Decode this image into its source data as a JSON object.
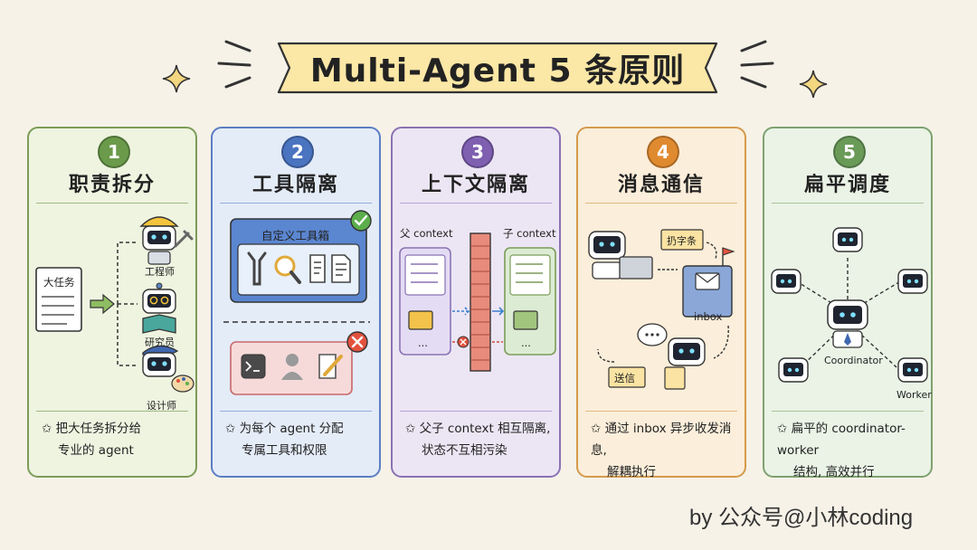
{
  "title": "Multi-Agent 5 条原则",
  "cards": [
    {
      "number": "1",
      "heading": "职责拆分",
      "footer_line1": "✩ 把大任务拆分给",
      "footer_line2": "专业的 agent",
      "color": "#6a9a4a",
      "labels": {
        "task": "大任务",
        "engineer": "工程师",
        "researcher": "研究员",
        "designer": "设计师"
      }
    },
    {
      "number": "2",
      "heading": "工具隔离",
      "footer_line1": "✩ 为每个 agent 分配",
      "footer_line2": "专属工具和权限",
      "color": "#4a73c0",
      "labels": {
        "toolbox": "自定义工具箱"
      }
    },
    {
      "number": "3",
      "heading": "上下文隔离",
      "footer_line1": "✩ 父子 context 相互隔离,",
      "footer_line2": "状态不互相污染",
      "color": "#7e5fb0",
      "labels": {
        "parent": "父 context",
        "child": "子 context",
        "more": "...",
        "more2": "..."
      }
    },
    {
      "number": "4",
      "heading": "消息通信",
      "footer_line1": "✩ 通过 inbox 异步收发消息,",
      "footer_line2": "解耦执行",
      "color": "#e08a30",
      "labels": {
        "note": "扔字条",
        "inbox": "inbox",
        "send": "送信"
      }
    },
    {
      "number": "5",
      "heading": "扁平调度",
      "footer_line1": "✩ 扁平的 coordinator-worker",
      "footer_line2": "结构, 高效并行",
      "color": "#6a9a58",
      "labels": {
        "coordinator": "Coordinator",
        "worker": "Worker"
      }
    }
  ],
  "watermark": "by 公众号@小林coding"
}
